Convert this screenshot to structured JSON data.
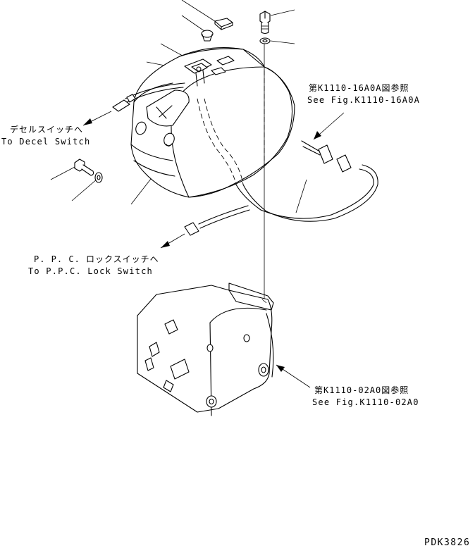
{
  "labels": {
    "decel_jp": "デセルスイッチへ",
    "decel_en": "To Decel Switch",
    "ppc_jp": "P. P. C. ロックスイッチへ",
    "ppc_en": "To P.P.C. Lock Switch",
    "ref1_jp": "第K1110-16A0A図参照",
    "ref1_en": "See Fig.K1110-16A0A",
    "ref2_jp": "第K1110-02A0図参照",
    "ref2_en": "See Fig.K1110-02A0"
  },
  "drawing_code": "PDK3826"
}
